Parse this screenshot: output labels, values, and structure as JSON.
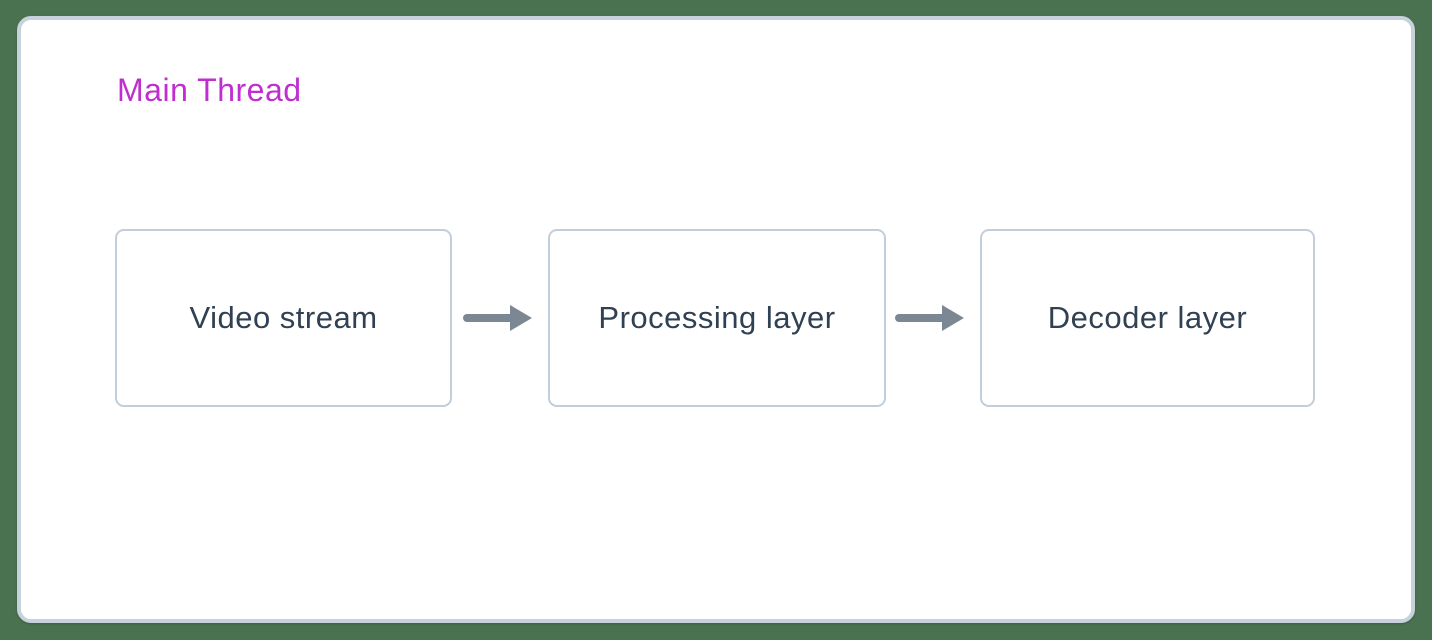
{
  "panel": {
    "title": "Main Thread",
    "flow": {
      "nodes": [
        {
          "id": "video-stream",
          "label": "Video stream"
        },
        {
          "id": "processing-layer",
          "label": "Processing layer"
        },
        {
          "id": "decoder-layer",
          "label": "Decoder layer"
        }
      ],
      "connections": [
        {
          "from": "video-stream",
          "to": "processing-layer",
          "icon": "arrow-right-icon"
        },
        {
          "from": "processing-layer",
          "to": "decoder-layer",
          "icon": "arrow-right-icon"
        }
      ]
    }
  },
  "colors": {
    "page_background": "#4a7150",
    "panel_background": "#ffffff",
    "panel_border": "#c7d2dd",
    "node_border": "#c3cedb",
    "node_text": "#2f4152",
    "arrow": "#7b8894",
    "title_text": "#bf2fd0"
  }
}
